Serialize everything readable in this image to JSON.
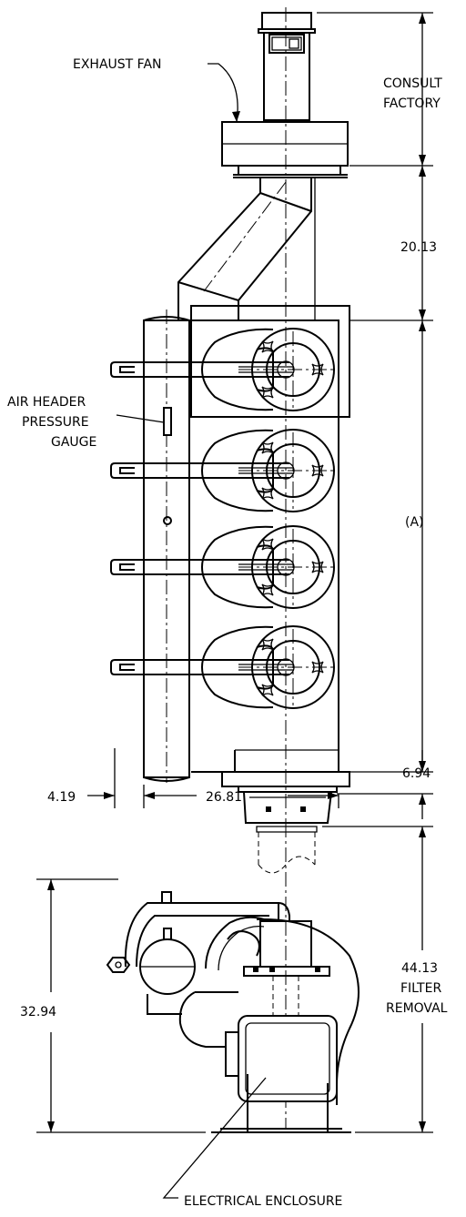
{
  "labels": {
    "exhaust_fan": "EXHAUST FAN",
    "consult_1": "CONSULT",
    "consult_2": "FACTORY",
    "dim_20_13": "20.13",
    "air_header_1": "AIR HEADER",
    "air_header_2": "PRESSURE",
    "air_header_3": "GAUGE",
    "dim_a": "(A)",
    "dim_6_94": "6.94",
    "dim_4_19": "4.19",
    "dim_26_81": "26.81",
    "dim_44_13": "44.13",
    "filter_1": "FILTER",
    "filter_2": "REMOVAL",
    "dim_32_94": "32.94",
    "electrical_enclosure": "ELECTRICAL ENCLOSURE"
  },
  "colors": {
    "line": "#000000",
    "background": "#ffffff"
  }
}
